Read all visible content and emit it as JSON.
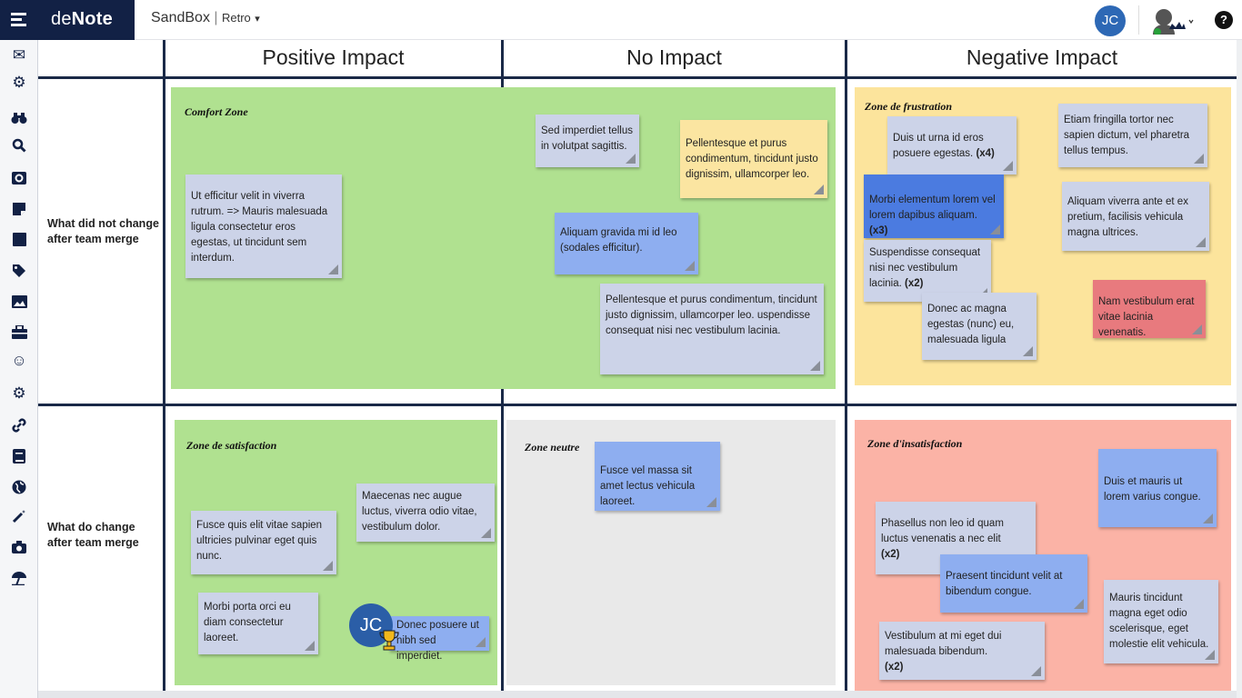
{
  "topbar": {
    "brand_prefix": "de",
    "brand_bold": "Note",
    "project": "SandBox",
    "separator": " | ",
    "board_type": "Retro",
    "dropdown": "▾",
    "avatar_initials": "JC",
    "help": "?"
  },
  "sidebar_icons": [
    "menu-icon",
    "mail-icon",
    "gear-icon",
    "binoculars-icon",
    "search-icon",
    "outlook-icon",
    "sticky-note-icon",
    "square-icon",
    "tag-icon",
    "image-icon",
    "briefcase-icon",
    "smiley-icon",
    "cogs-icon",
    "link-icon",
    "book-icon",
    "globe-icon",
    "magic-wand-icon",
    "camera-icon",
    "beach-umbrella-icon"
  ],
  "columns": [
    "Positive Impact",
    "No Impact",
    "Negative Impact"
  ],
  "rows": [
    "What did not change after team merge",
    "What do change after team merge"
  ],
  "zones": {
    "comfort": "Comfort Zone",
    "frustration": "Zone de frustration",
    "satisfaction": "Zone de satisfaction",
    "neutre": "Zone neutre",
    "insatisfaction": "Zone d'insatisfaction"
  },
  "notes": {
    "n1": "Ut efficitur velit in viverra rutrum. => Mauris malesuada ligula consectetur eros egestas, ut tincidunt sem interdum.",
    "n2": "Sed imperdiet tellus in volutpat sagittis.",
    "n3": "Pellentesque et purus condimentum, tincidunt justo dignissim, ullamcorper leo.",
    "n4": "Aliquam gravida mi id leo (sodales efficitur).",
    "n5": "Pellentesque et purus condimentum, tincidunt justo dignissim, ullamcorper leo. uspendisse consequat nisi nec vestibulum lacinia.",
    "n6": "Duis ut urna id eros posuere egestas.",
    "n6v": "(x4)",
    "n7": "Etiam fringilla tortor nec sapien dictum, vel pharetra tellus tempus.",
    "n8": "Morbi elementum lorem vel lorem dapibus aliquam.",
    "n8v": "(x3)",
    "n9": "Aliquam viverra ante et ex pretium, facilisis vehicula magna ultrices.",
    "n10": "Suspendisse consequat nisi nec vestibulum lacinia.",
    "n10v": "(x2)",
    "n11": "Donec ac magna egestas (nunc) eu, malesuada ligula",
    "n12": "Nam vestibulum erat vitae lacinia venenatis.",
    "n13": "Maecenas nec augue luctus, viverra odio vitae, vestibulum dolor.",
    "n14": "Fusce quis elit vitae sapien ultricies pulvinar eget quis nunc.",
    "n15": "Morbi porta orci eu diam consectetur laoreet.",
    "n16": "Donec posuere ut nibh sed imperdiet.",
    "n17": "Fusce vel massa sit amet lectus vehicula laoreet.",
    "n18": "Duis et mauris ut lorem varius congue.",
    "n19": "Phasellus non leo id quam luctus venenatis a nec elit",
    "n19v": "(x2)",
    "n20": "Praesent tincidunt velit at bibendum congue.",
    "n21": "Mauris tincidunt magna eget odio scelerisque, eget molestie elit vehicula.",
    "n22": "Vestibulum at mi eget dui malesuada bibendum.",
    "n22v": "(x2)"
  },
  "voter_initials": "JC",
  "colors": {
    "navy": "#122145",
    "green_zone": "#b0e190",
    "yellow_zone": "#fce49c",
    "gray_zone": "#e9e9e9",
    "red_zone": "#fbb3a6"
  }
}
